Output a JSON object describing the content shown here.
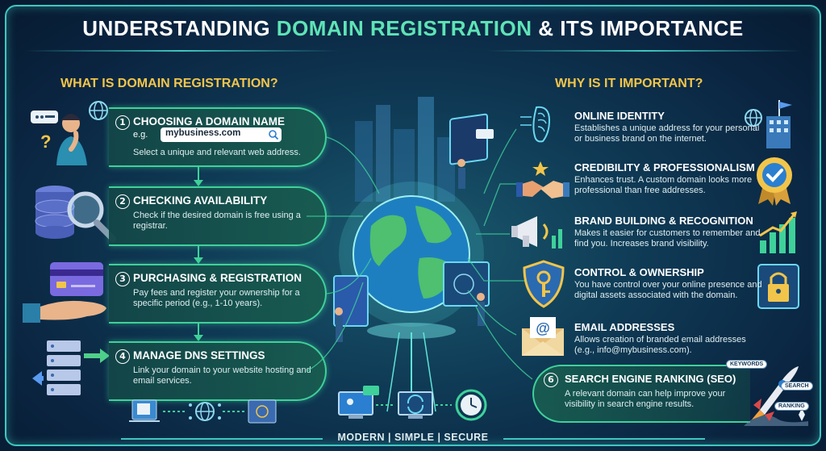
{
  "title": {
    "part1": "UNDERSTANDING ",
    "part2": "DOMAIN REGISTRATION",
    "part3": " & ITS IMPORTANCE"
  },
  "left_heading": "WHAT IS DOMAIN REGISTRATION?",
  "right_heading": "WHY IS IT IMPORTANT?",
  "steps": [
    {
      "num": "1",
      "title": "CHOOSING A DOMAIN NAME",
      "eg_prefix": "e.g.",
      "example": "mybusiness.com",
      "desc": "Select a unique and relevant web address."
    },
    {
      "num": "2",
      "title": "CHECKING AVAILABILITY",
      "desc": "Check if the desired domain is free using a registrar."
    },
    {
      "num": "3",
      "title": "PURCHASING & REGISTRATION",
      "desc": "Pay fees and register your ownership for a specific period (e.g., 1-10 years)."
    },
    {
      "num": "4",
      "title": "MANAGE DNS SETTINGS",
      "desc": "Link your domain to your website hosting and email services."
    }
  ],
  "reasons": [
    {
      "title": "ONLINE IDENTITY",
      "desc": "Establishes a unique address for your personal or business brand on the internet."
    },
    {
      "title": "CREDIBILITY & PROFESSIONALISM",
      "desc": "Enhances trust. A custom domain looks more professional than free addresses."
    },
    {
      "title": "BRAND BUILDING & RECOGNITION",
      "desc": "Makes it easier for customers to remember and find you. Increases brand visibility."
    },
    {
      "title": "CONTROL & OWNERSHIP",
      "desc": "You have control over your online presence and digital assets associated with the domain."
    },
    {
      "title": "EMAIL ADDRESSES",
      "desc": "Allows creation of branded email addresses (e.g., info@mybusiness.com)."
    }
  ],
  "seo": {
    "num": "6",
    "title": "SEARCH ENGINE RANKING (SEO)",
    "desc": "A relevant domain can help improve your visibility in search engine results."
  },
  "seo_tags": {
    "keywords": "KEYWORDS",
    "search": "SEARCH",
    "ranking": "RANKING"
  },
  "footer": "MODERN | SIMPLE | SECURE",
  "colors": {
    "accent": "#3fd19a",
    "heading": "#f2c54a",
    "title_highlight": "#5fe3b6",
    "frame": "#3fc7c0"
  },
  "icons": [
    "chat-bubble-icon",
    "question-mark-icon",
    "person-thinking-icon",
    "globe-icon",
    "search-icon",
    "database-magnifier-icon",
    "credit-card-icon",
    "hand-icon",
    "server-arrows-icon",
    "footprint-icon",
    "building-flag-icon",
    "handshake-icon",
    "badge-check-icon",
    "megaphone-icon",
    "growth-chart-icon",
    "shield-key-icon",
    "padlock-icon",
    "envelope-at-icon",
    "rocket-icon",
    "world-globe-icon",
    "city-skyline-icon",
    "monitor-sync-icon",
    "clock-refresh-icon"
  ]
}
